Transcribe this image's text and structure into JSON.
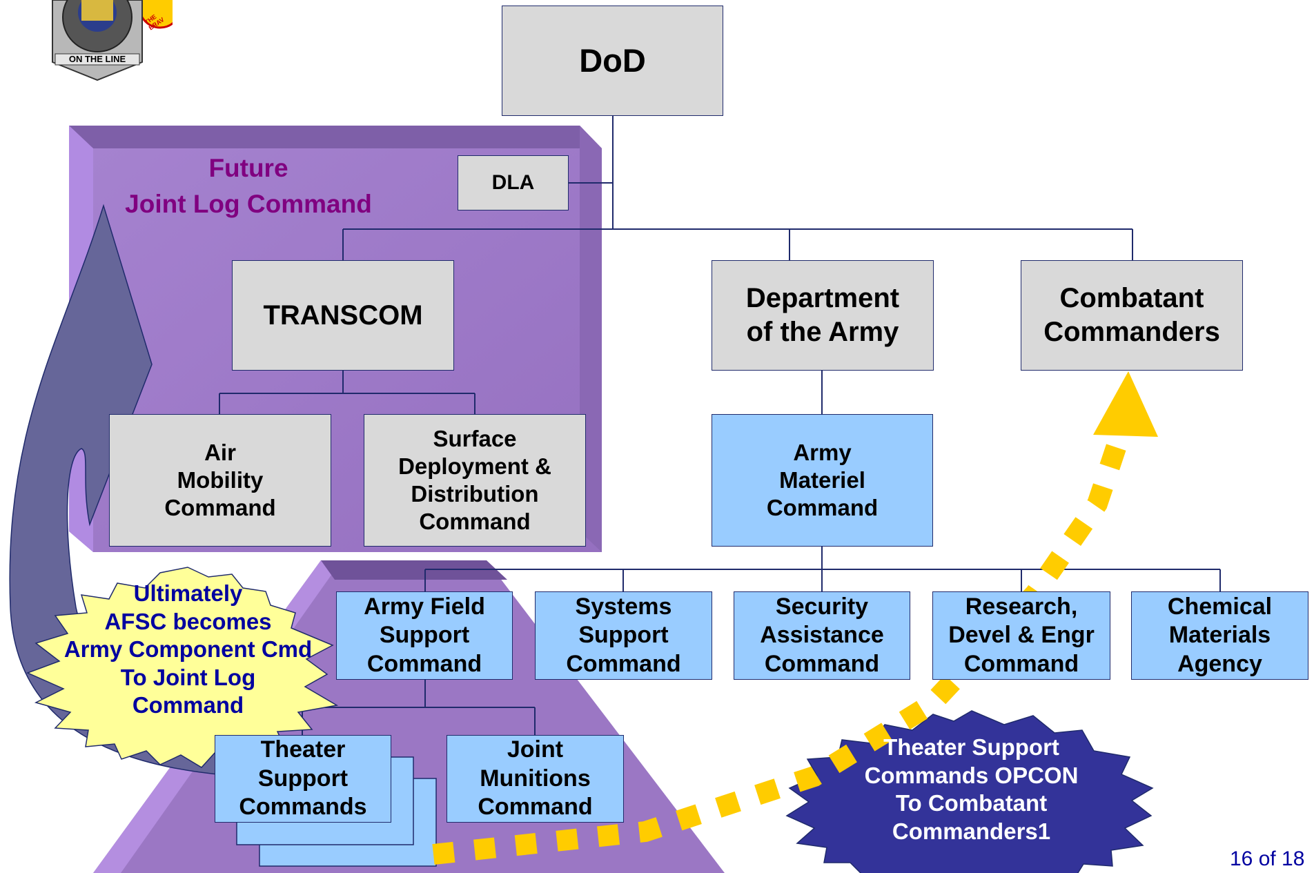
{
  "logo": {
    "banner_text": "ON THE LINE",
    "ring_text": "THE BRAV"
  },
  "joint_log": {
    "line1": "Future",
    "line2": "Joint Log Command"
  },
  "boxes": {
    "dod": "DoD",
    "dla": "DLA",
    "transcom": "TRANSCOM",
    "dept_army": "Department\nof the Army",
    "combatant": "Combatant\nCommanders",
    "air_mobility": "Air\nMobility\nCommand",
    "surface_deploy": "Surface\nDeployment &\nDistribution\nCommand",
    "amc": "Army\nMateriel\nCommand",
    "afsc": "Army Field\nSupport\nCommand",
    "systems_support": "Systems\nSupport\nCommand",
    "security_assist": "Security\nAssistance\nCommand",
    "rdec": "Research,\nDevel & Engr\nCommand",
    "chem": "Chemical\nMaterials\nAgency",
    "theater": "Theater\nSupport\nCommands",
    "joint_munitions": "Joint\nMunitions\nCommand"
  },
  "callouts": {
    "yellow": "Ultimately\nAFSC becomes\nArmy Component Cmd\nTo Joint Log\nCommand",
    "navy": "Theater Support\nCommands OPCON\nTo Combatant\nCommanders1"
  },
  "page_number": "16 of 18",
  "colors": {
    "gray_box": "#d9d9d9",
    "blue_box": "#99ccff",
    "purple_region": "#9b77c4",
    "title_purple": "#800080",
    "arrow_blue": "#666699",
    "yellow_callout": "#ffff99",
    "navy_callout": "#333399",
    "dotted_arrow": "#ffcc00",
    "page_number": "#0000a0"
  }
}
